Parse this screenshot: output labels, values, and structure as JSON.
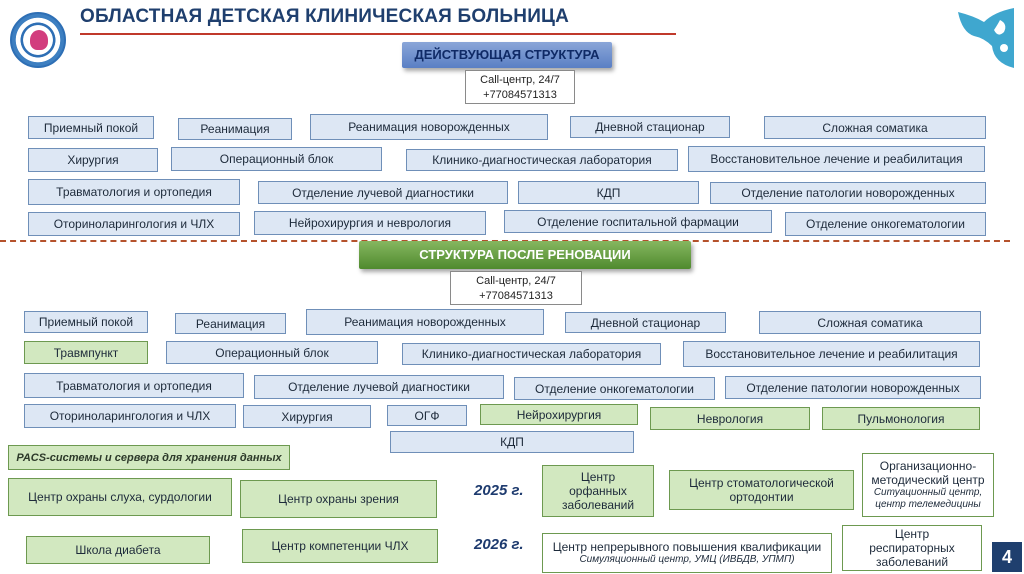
{
  "header": {
    "title": "ОБЛАСТНАЯ ДЕТСКАЯ КЛИНИЧЕСКАЯ БОЛЬНИЦА",
    "logo_icon": "hospital-logo-icon",
    "ornament_icon": "kazakh-ornament-icon",
    "accent_color": "#1f3f6e"
  },
  "current": {
    "banner": "ДЕЙСТВУЮЩАЯ СТРУКТУРА",
    "call_line1": "Call-центр, 24/7",
    "call_line2": "+77084571313",
    "units": [
      "Приемный покой",
      "Реанимация",
      "Реанимация новорожденных",
      "Дневной стационар",
      "Сложная соматика",
      "Хирургия",
      "Операционный блок",
      "Клинико-диагностическая лаборатория",
      "Восстановительное лечение и реабилитация",
      "Травматология и ортопедия",
      "Отделение лучевой диагностики",
      "КДП",
      "Отделение патологии новорожденных",
      "Оториноларингология и ЧЛХ",
      "Нейрохирургия и неврология",
      "Отделение госпитальной фармации",
      "Отделение онкогематологии"
    ]
  },
  "renovation": {
    "banner": "СТРУКТУРА ПОСЛЕ РЕНОВАЦИИ",
    "call_line1": "Call-центр, 24/7",
    "call_line2": "+77084571313",
    "units": [
      "Приемный покой",
      "Реанимация",
      "Реанимация новорожденных",
      "Дневной стационар",
      "Сложная соматика",
      "Травмпункт",
      "Операционный блок",
      "Клинико-диагностическая лаборатория",
      "Восстановительное лечение и реабилитация",
      "Травматология и ортопедия",
      "Отделение лучевой диагностики",
      "Отделение онкогематологии",
      "Отделение патологии новорожденных",
      "Оториноларингология и ЧЛХ",
      "Хирургия",
      "ОГФ",
      "Нейрохирургия",
      "Неврология",
      "Пульмонология",
      "КДП"
    ],
    "pacs": "PACS-системы и сервера для хранения данных"
  },
  "plans": {
    "year_2025": "2025 г.",
    "year_2026": "2026 г.",
    "centers": [
      "Центр охраны слуха, сурдологии",
      "Центр охраны зрения",
      "Центр орфанных заболеваний",
      "Центр стоматологической ортодонтии",
      "Организационно-методический центр",
      "Ситуационный центр, центр телемедицины",
      "Школа диабета",
      "Центр компетенции ЧЛХ",
      "Центр непрерывного повышения квалификации",
      "Симуляционный центр, УМЦ (ИВБДВ, УПМП)",
      "Центр респираторных заболеваний"
    ]
  },
  "page_number": "4"
}
